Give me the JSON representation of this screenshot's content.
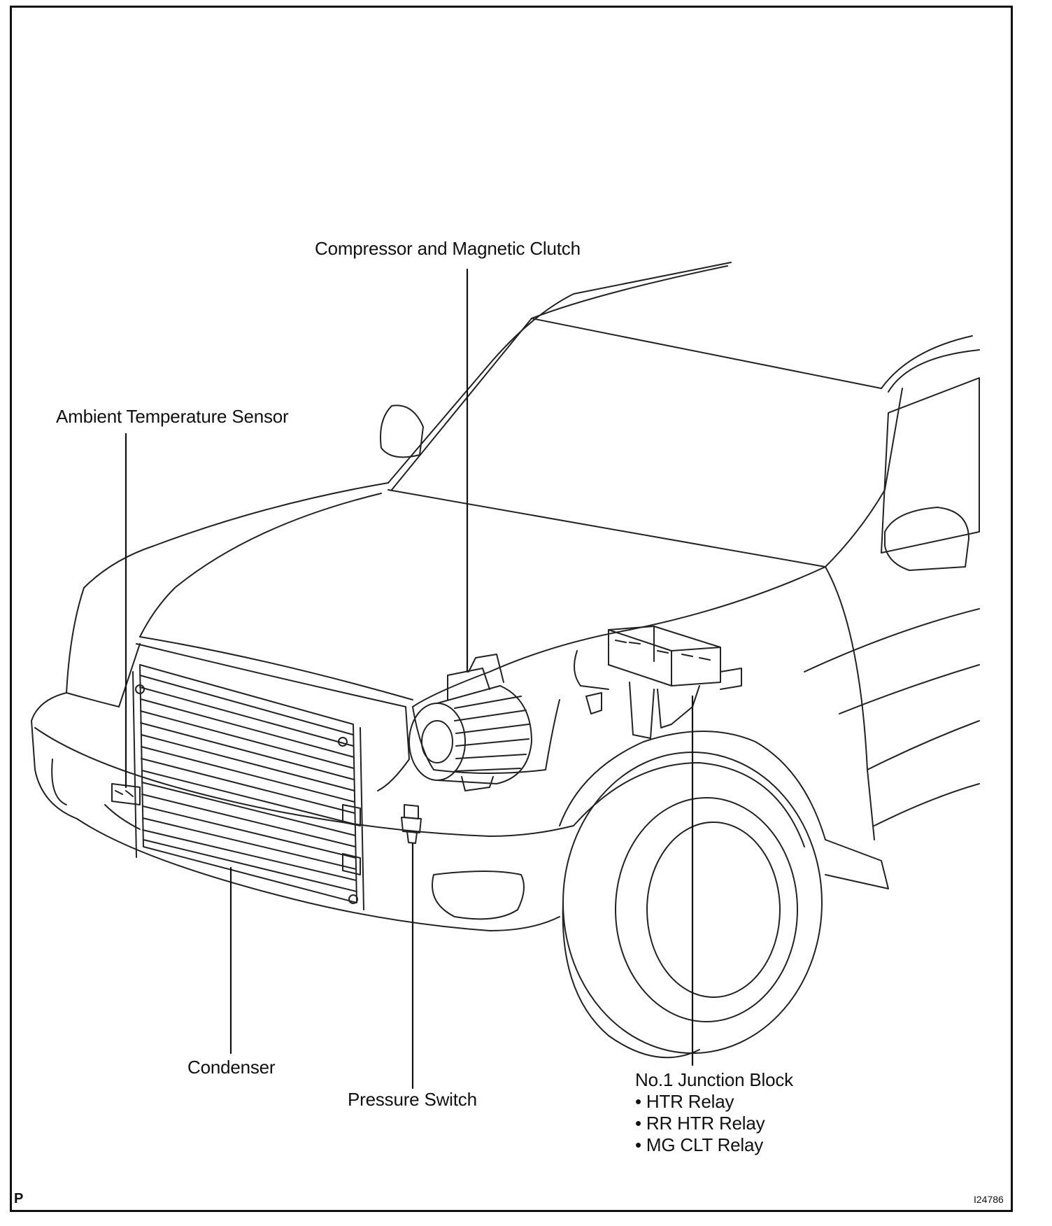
{
  "labels": {
    "compressor": "Compressor and Magnetic Clutch",
    "ambient_sensor": "Ambient Temperature Sensor",
    "condenser": "Condenser",
    "pressure_switch": "Pressure Switch",
    "junction_block": {
      "title": "No.1 Junction Block",
      "items": [
        "• HTR Relay",
        "• RR HTR Relay",
        "• MG CLT Relay"
      ]
    }
  },
  "corner_letter": "P",
  "figure_id": "I24786"
}
